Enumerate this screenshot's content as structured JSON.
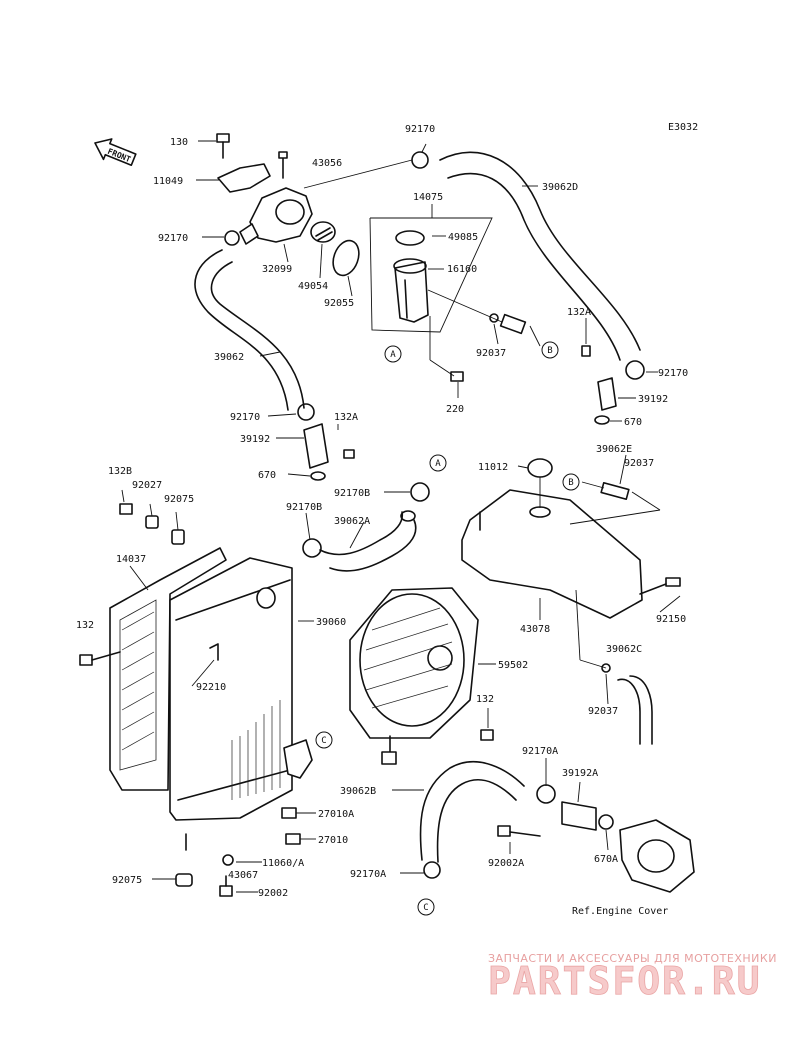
{
  "diagram_code": "E3032",
  "front_label": "FRONT",
  "reference_note": "Ref.Engine Cover",
  "watermark": {
    "tagline": "ЗАПЧАСТИ И АКСЕССУАРЫ ДЛЯ МОТОТЕХНИКИ",
    "brand": "PARTSFOR.RU"
  },
  "callouts": [
    "A",
    "B",
    "C"
  ],
  "part_labels": [
    "130",
    "11049",
    "92170",
    "43056",
    "14075",
    "39062D",
    "92170",
    "49085",
    "16160",
    "32099",
    "49054",
    "92055",
    "92037",
    "132A",
    "39062",
    "92170",
    "39192",
    "670",
    "220",
    "92170",
    "132A",
    "39192",
    "670",
    "132B",
    "92027",
    "92075",
    "11012",
    "39062E",
    "92037",
    "92170B",
    "92170B",
    "39062A",
    "14037",
    "39060",
    "43078",
    "92150",
    "132",
    "92210",
    "59502",
    "39062C",
    "132",
    "92037",
    "92170A",
    "39192A",
    "39062B",
    "27010A",
    "27010",
    "92002A",
    "670A",
    "11060/A",
    "43067",
    "92075",
    "92002",
    "92170A"
  ]
}
